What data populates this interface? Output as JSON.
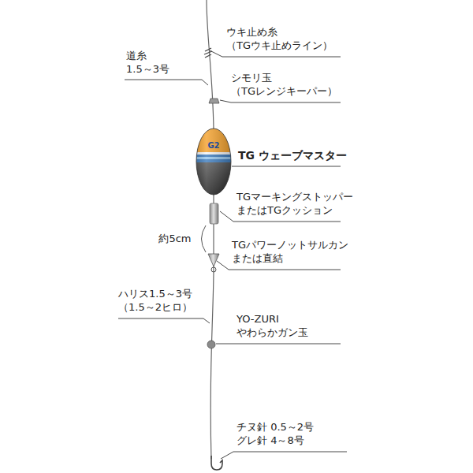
{
  "diagram": {
    "labels": [
      "ウキ止め糸 （TGウキ止めライン）",
      "道糸 1.5～3号",
      "シモリ玉 （TGレンジキーパー）",
      "G2",
      "TG ウェーブマスター",
      "TGマーキングストッパー またはTGクッション",
      "約5cm",
      "TGパワーノットサルカン または直結",
      "ハリス1.5～3号 （1.5～2ヒロ）",
      "YO-ZURI やわらかガン玉",
      "チヌ針 0.5～2号",
      "グレ針 4～8号"
    ]
  }
}
